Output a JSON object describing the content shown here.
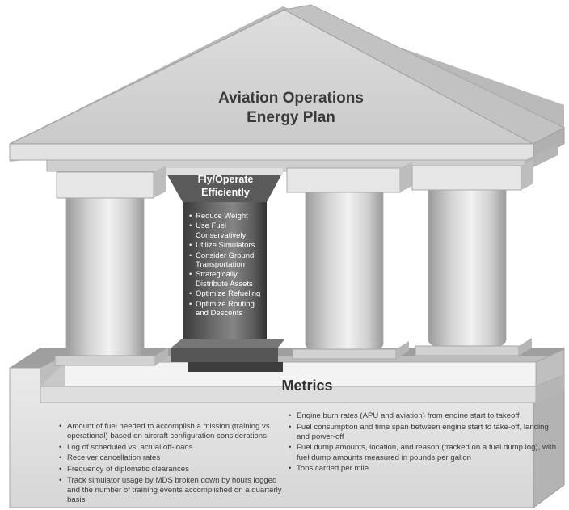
{
  "roof": {
    "title_line1": "Aviation Operations",
    "title_line2": "Energy Plan"
  },
  "pillar": {
    "heading_line1": "Fly/Operate",
    "heading_line2": "Efficiently",
    "items": [
      "Reduce Weight",
      "Use Fuel Conservatively",
      "Utilize Simulators",
      "Consider Ground Transportation",
      "Strategically Distribute Assets",
      "Optimize Refueling",
      "Optimize Routing and Descents"
    ]
  },
  "metrics": {
    "title": "Metrics",
    "left": [
      "Amount of fuel needed to accomplish a mission (training vs. operational) based on aircraft configuration considerations",
      "Log of scheduled vs. actual off-loads",
      "Receiver cancellation rates",
      "Frequency of diplomatic clearances",
      "Track simulator usage by MDS broken down by hours logged and the number of training events accomplished on a quarterly basis"
    ],
    "right": [
      "Engine burn rates (APU and aviation) from engine start to takeoff",
      "Fuel consumption and time span between engine start to take-off, landing and power-off",
      "Fuel dump amounts, location, and reason (tracked on a fuel dump log), with fuel dump amounts measured in pounds per gallon",
      "Tons carried per mile"
    ]
  },
  "colors": {
    "stone_light": "#e6e6e6",
    "stone_mid": "#cfcfcf",
    "stone_dark": "#a8a8a8",
    "highlight_pillar": "#6e6e6e",
    "text_dark": "#3a3a3a"
  }
}
